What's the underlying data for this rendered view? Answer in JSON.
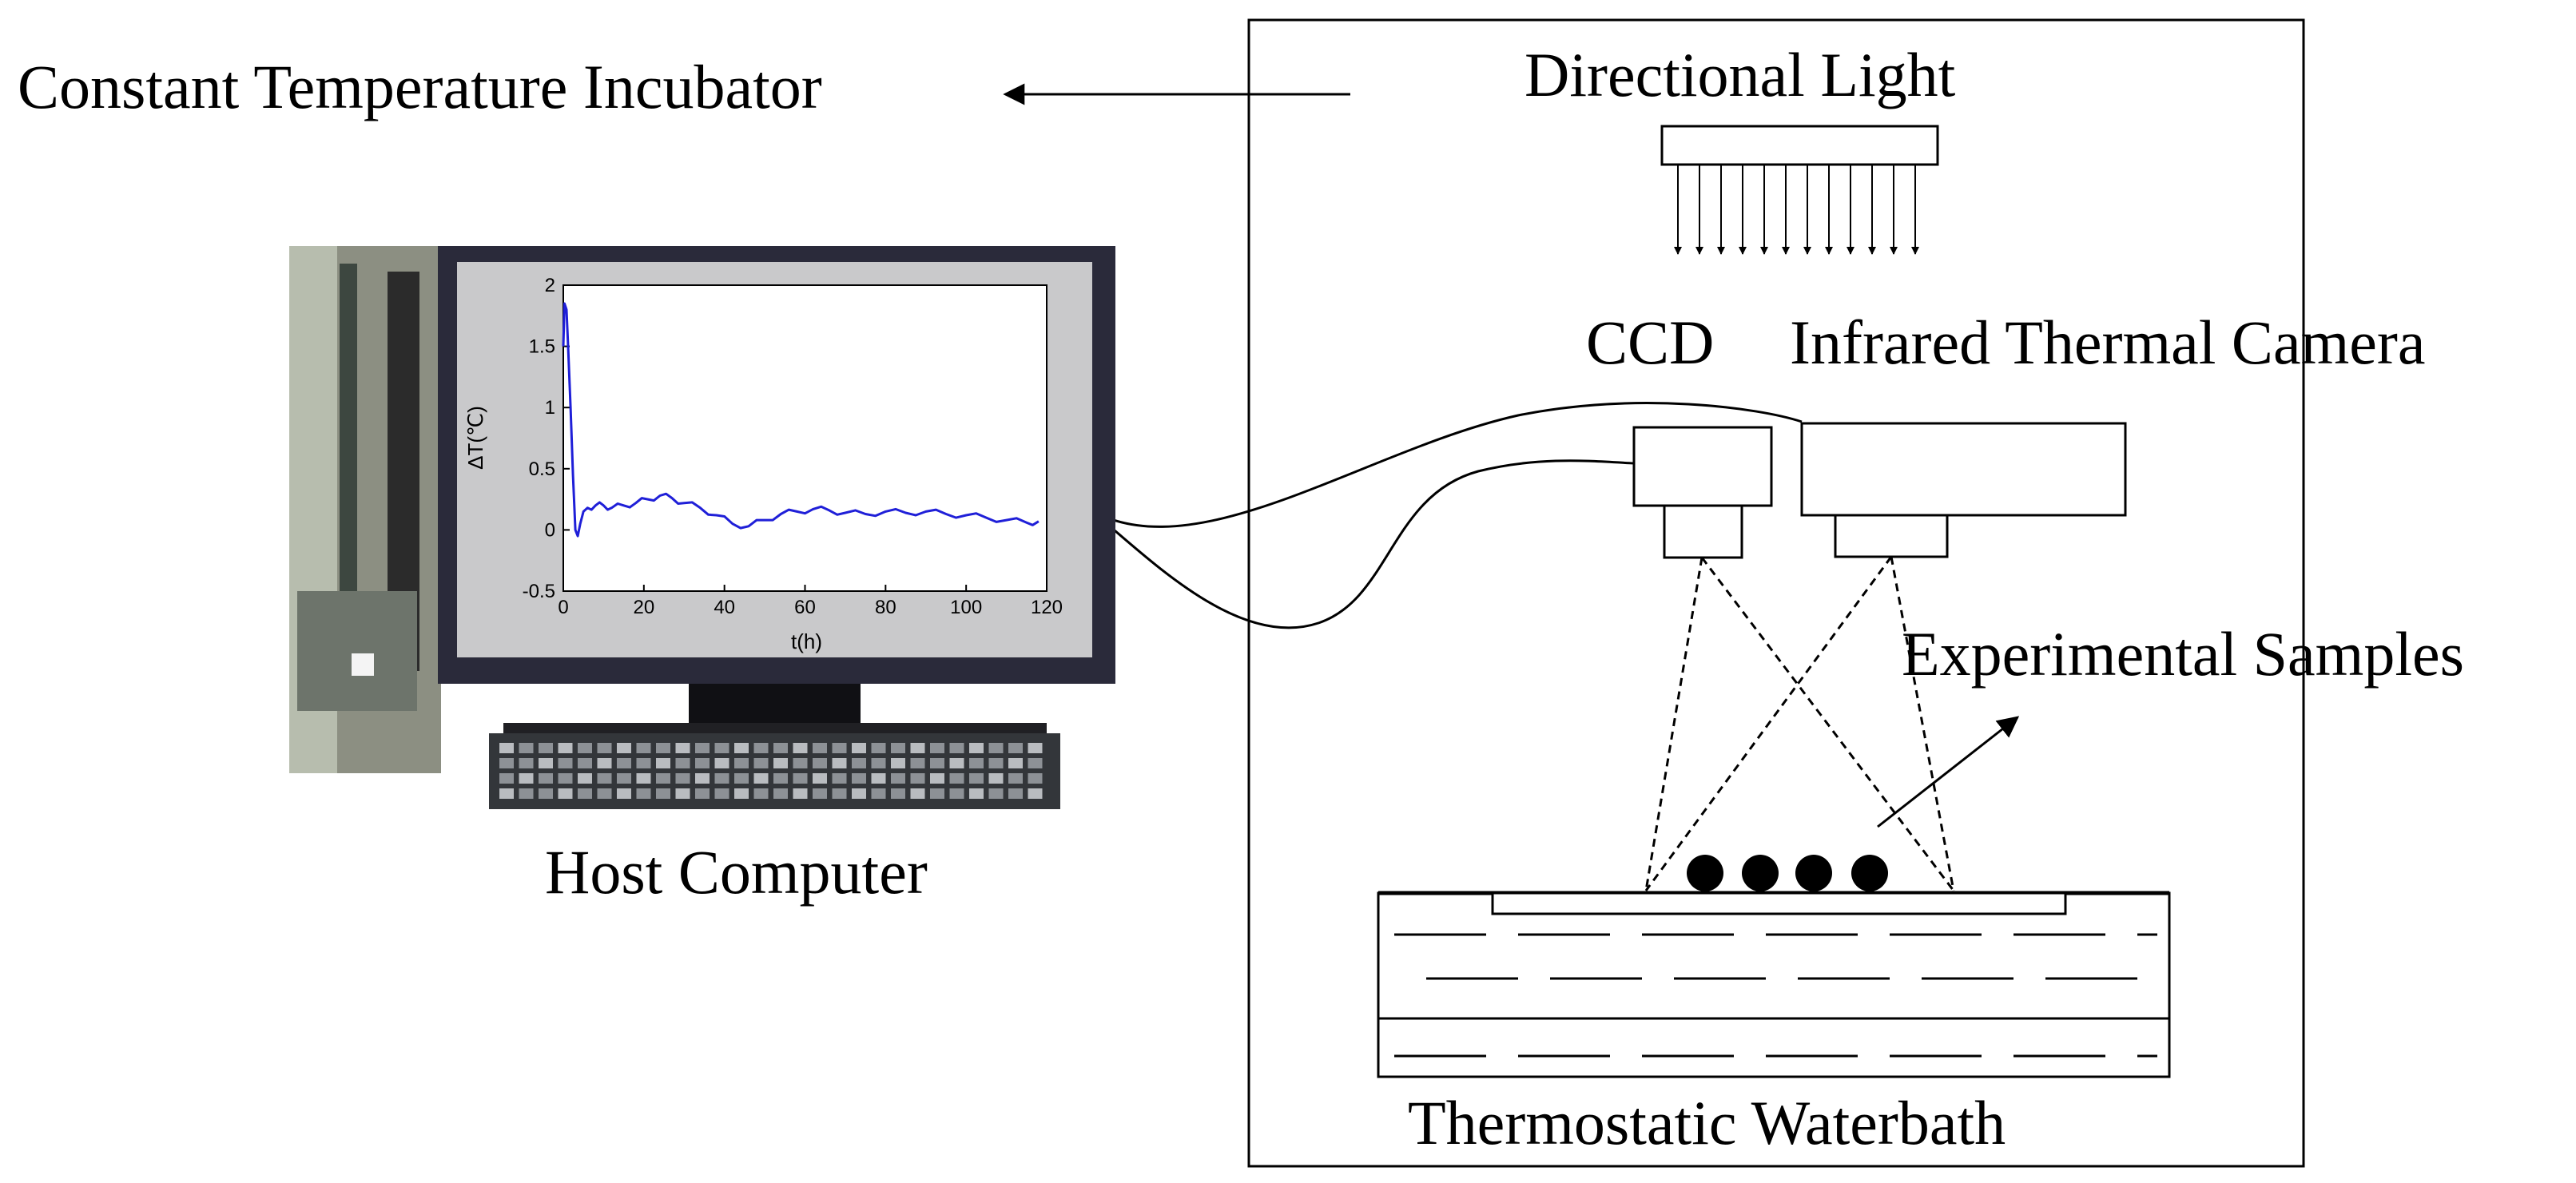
{
  "labels": {
    "incubator": "Constant Temperature Incubator",
    "light": "Directional Light",
    "ccd": "CCD",
    "thermal_camera": "Infrared Thermal Camera",
    "samples": "Experimental Samples",
    "host": "Host Computer",
    "waterbath": "Thermostatic Waterbath"
  },
  "colors": {
    "line": "#000000",
    "plot_series": "#1f1fd8",
    "monitor_bezel": "#2a2a3a",
    "screen_frame": "#c9c9cb"
  },
  "chart_data": {
    "type": "line",
    "xlabel": "t(h)",
    "ylabel": "ΔT(℃)",
    "xlim": [
      0,
      120
    ],
    "ylim": [
      -0.5,
      2
    ],
    "xticks": [
      "0",
      "20",
      "40",
      "60",
      "80",
      "100",
      "120"
    ],
    "yticks": [
      "-0.5",
      "0",
      "0.5",
      "1",
      "1.5",
      "2"
    ],
    "series": [
      {
        "x": [
          0,
          0.3,
          0.8,
          1.2,
          1.8,
          2.4,
          3,
          3.6,
          4.2,
          5,
          6,
          8,
          10,
          12,
          15,
          18,
          21,
          24,
          27,
          30,
          34,
          38,
          42,
          46,
          50,
          54,
          58,
          62,
          66,
          70,
          75,
          80,
          85,
          90,
          95,
          100,
          105,
          110,
          115,
          118
        ],
        "y": [
          1.5,
          1.85,
          1.8,
          1.5,
          1.0,
          0.45,
          0.0,
          -0.05,
          0.05,
          0.15,
          0.18,
          0.2,
          0.2,
          0.18,
          0.2,
          0.22,
          0.25,
          0.28,
          0.26,
          0.22,
          0.18,
          0.12,
          0.05,
          0.03,
          0.08,
          0.13,
          0.15,
          0.17,
          0.16,
          0.14,
          0.13,
          0.15,
          0.14,
          0.15,
          0.13,
          0.12,
          0.1,
          0.08,
          0.06,
          0.07
        ]
      }
    ]
  }
}
